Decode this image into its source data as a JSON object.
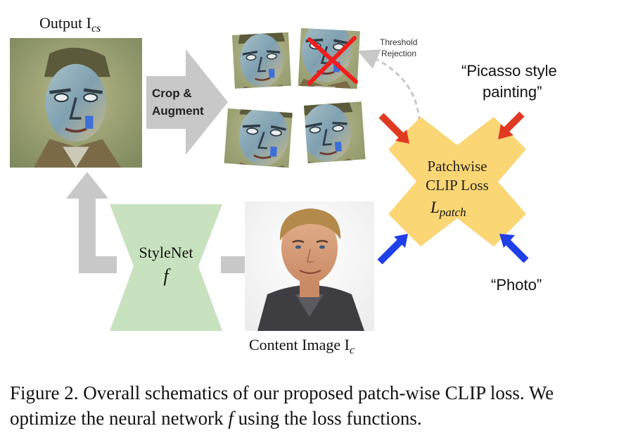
{
  "output_label": "Output I",
  "output_sub": "cs",
  "crop_label_line1": "Crop &",
  "crop_label_line2": "Augment",
  "threshold_line1": "Threshold",
  "threshold_line2": "Rejection",
  "style_text_line1": "“Picasso style",
  "style_text_line2": "painting”",
  "loss_line1": "Patchwise",
  "loss_line2": "CLIP Loss",
  "loss_symbol": "L",
  "loss_sub": "patch",
  "stylenet_label": "StyleNet",
  "stylenet_symbol": "f",
  "content_label": "Content Image I",
  "content_sub": "c",
  "photo_text": "“Photo”",
  "caption_part1": "Figure 2.  Overall schematics of our proposed patch-wise CLIP loss. We optimize the neural network ",
  "caption_symbol": "f",
  "caption_part2": " using the loss functions.",
  "colors": {
    "gray_arrow": "#c8c8c8",
    "stylenet_fill": "#c8e2bf",
    "loss_fill": "#fbd675",
    "red_arrow": "#e03a23",
    "blue_arrow": "#1f3fe8",
    "reject_x": "#f21d1d"
  }
}
